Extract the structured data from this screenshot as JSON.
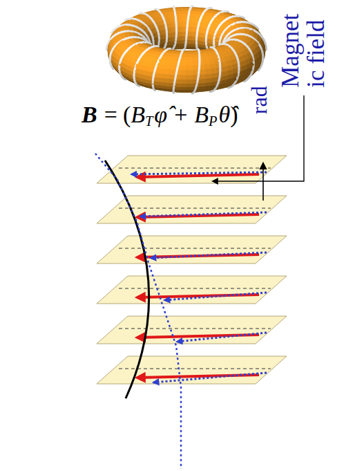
{
  "diagram": {
    "labels": [
      "B",
      "=",
      "(",
      "B",
      "T",
      "φ̂",
      "+",
      "B",
      "P",
      "θ̂",
      ")",
      "rad",
      "Magnet ic field"
    ]
  }
}
